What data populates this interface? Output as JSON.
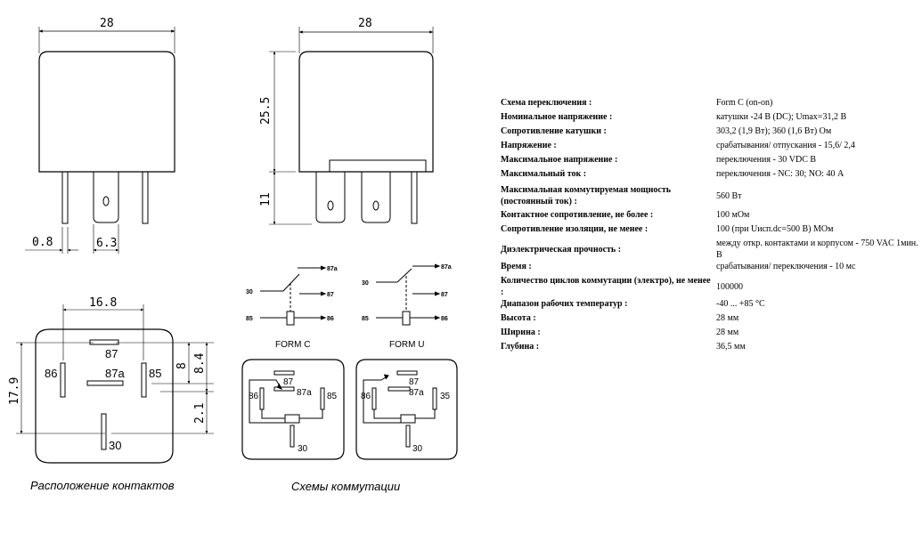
{
  "dimensions": {
    "front_width": "28",
    "side_width": "28",
    "body_height": "25.5",
    "pin_length": "11",
    "pin_thickness": "0.8",
    "pin_width": "6.3",
    "bottom_width": "16.8",
    "bottom_height": "17.9",
    "offset_8": "8",
    "offset_8_4": "8.4",
    "offset_2_1": "2.1"
  },
  "bottom_view": {
    "pins": [
      "87",
      "86",
      "87a",
      "85",
      "30"
    ],
    "caption": "Расположение контактов"
  },
  "schematics": {
    "caption": "Схемы коммутации",
    "form_c": {
      "label": "FORM C",
      "terminals": [
        "87a",
        "30",
        "87",
        "85",
        "86"
      ],
      "box_pins": [
        "87",
        "86",
        "87a",
        "85",
        "30"
      ]
    },
    "form_u": {
      "label": "FORM U",
      "terminals": [
        "87a",
        "30",
        "87",
        "85",
        "86"
      ],
      "box_pins": [
        "87",
        "86",
        "87a",
        "35",
        "30"
      ]
    }
  },
  "specs": [
    {
      "key": "Схема переключения :",
      "value": "Form C (on-on)"
    },
    {
      "key": "Номинальное напряжение :",
      "value": "катушки -24 В (DC); Umax=31,2 В"
    },
    {
      "key": "Сопротивление катушки :",
      "value": "303,2 (1,9 Вт); 360 (1,6 Вт) Ом"
    },
    {
      "key": "Напряжение :",
      "value": "срабатывания/ отпускания - 15,6/ 2,4"
    },
    {
      "key": "Максимальное напряжение :",
      "value": "переключения - 30 VDC В"
    },
    {
      "key": "Максимальный ток :",
      "value": "переключения - NC: 30; NO: 40 А"
    },
    {
      "key": "Максимальная коммутируемая мощность (постоянный ток) :",
      "value": "560 Вт"
    },
    {
      "key": "Контактное сопротивление, не более :",
      "value": "100 мОм"
    },
    {
      "key": "Сопротивление изоляции, не менее :",
      "value": "100 (при Uисп.dc=500 В) МОм"
    },
    {
      "key": "Диэлектрическая прочность :",
      "value": "между откр. контактами и корпусом - 750 VAC 1мин. В"
    },
    {
      "key": "Время :",
      "value": "срабатывания/ переключения - 10 мс"
    },
    {
      "key": "Количество циклов коммутации (электро), не менее :",
      "value": "100000"
    },
    {
      "key": "Диапазон рабочих температур :",
      "value": "-40 ... +85 °C"
    },
    {
      "key": "Высота :",
      "value": "28 мм"
    },
    {
      "key": "Ширина :",
      "value": "28 мм"
    },
    {
      "key": "Глубина :",
      "value": "36,5 мм"
    }
  ]
}
